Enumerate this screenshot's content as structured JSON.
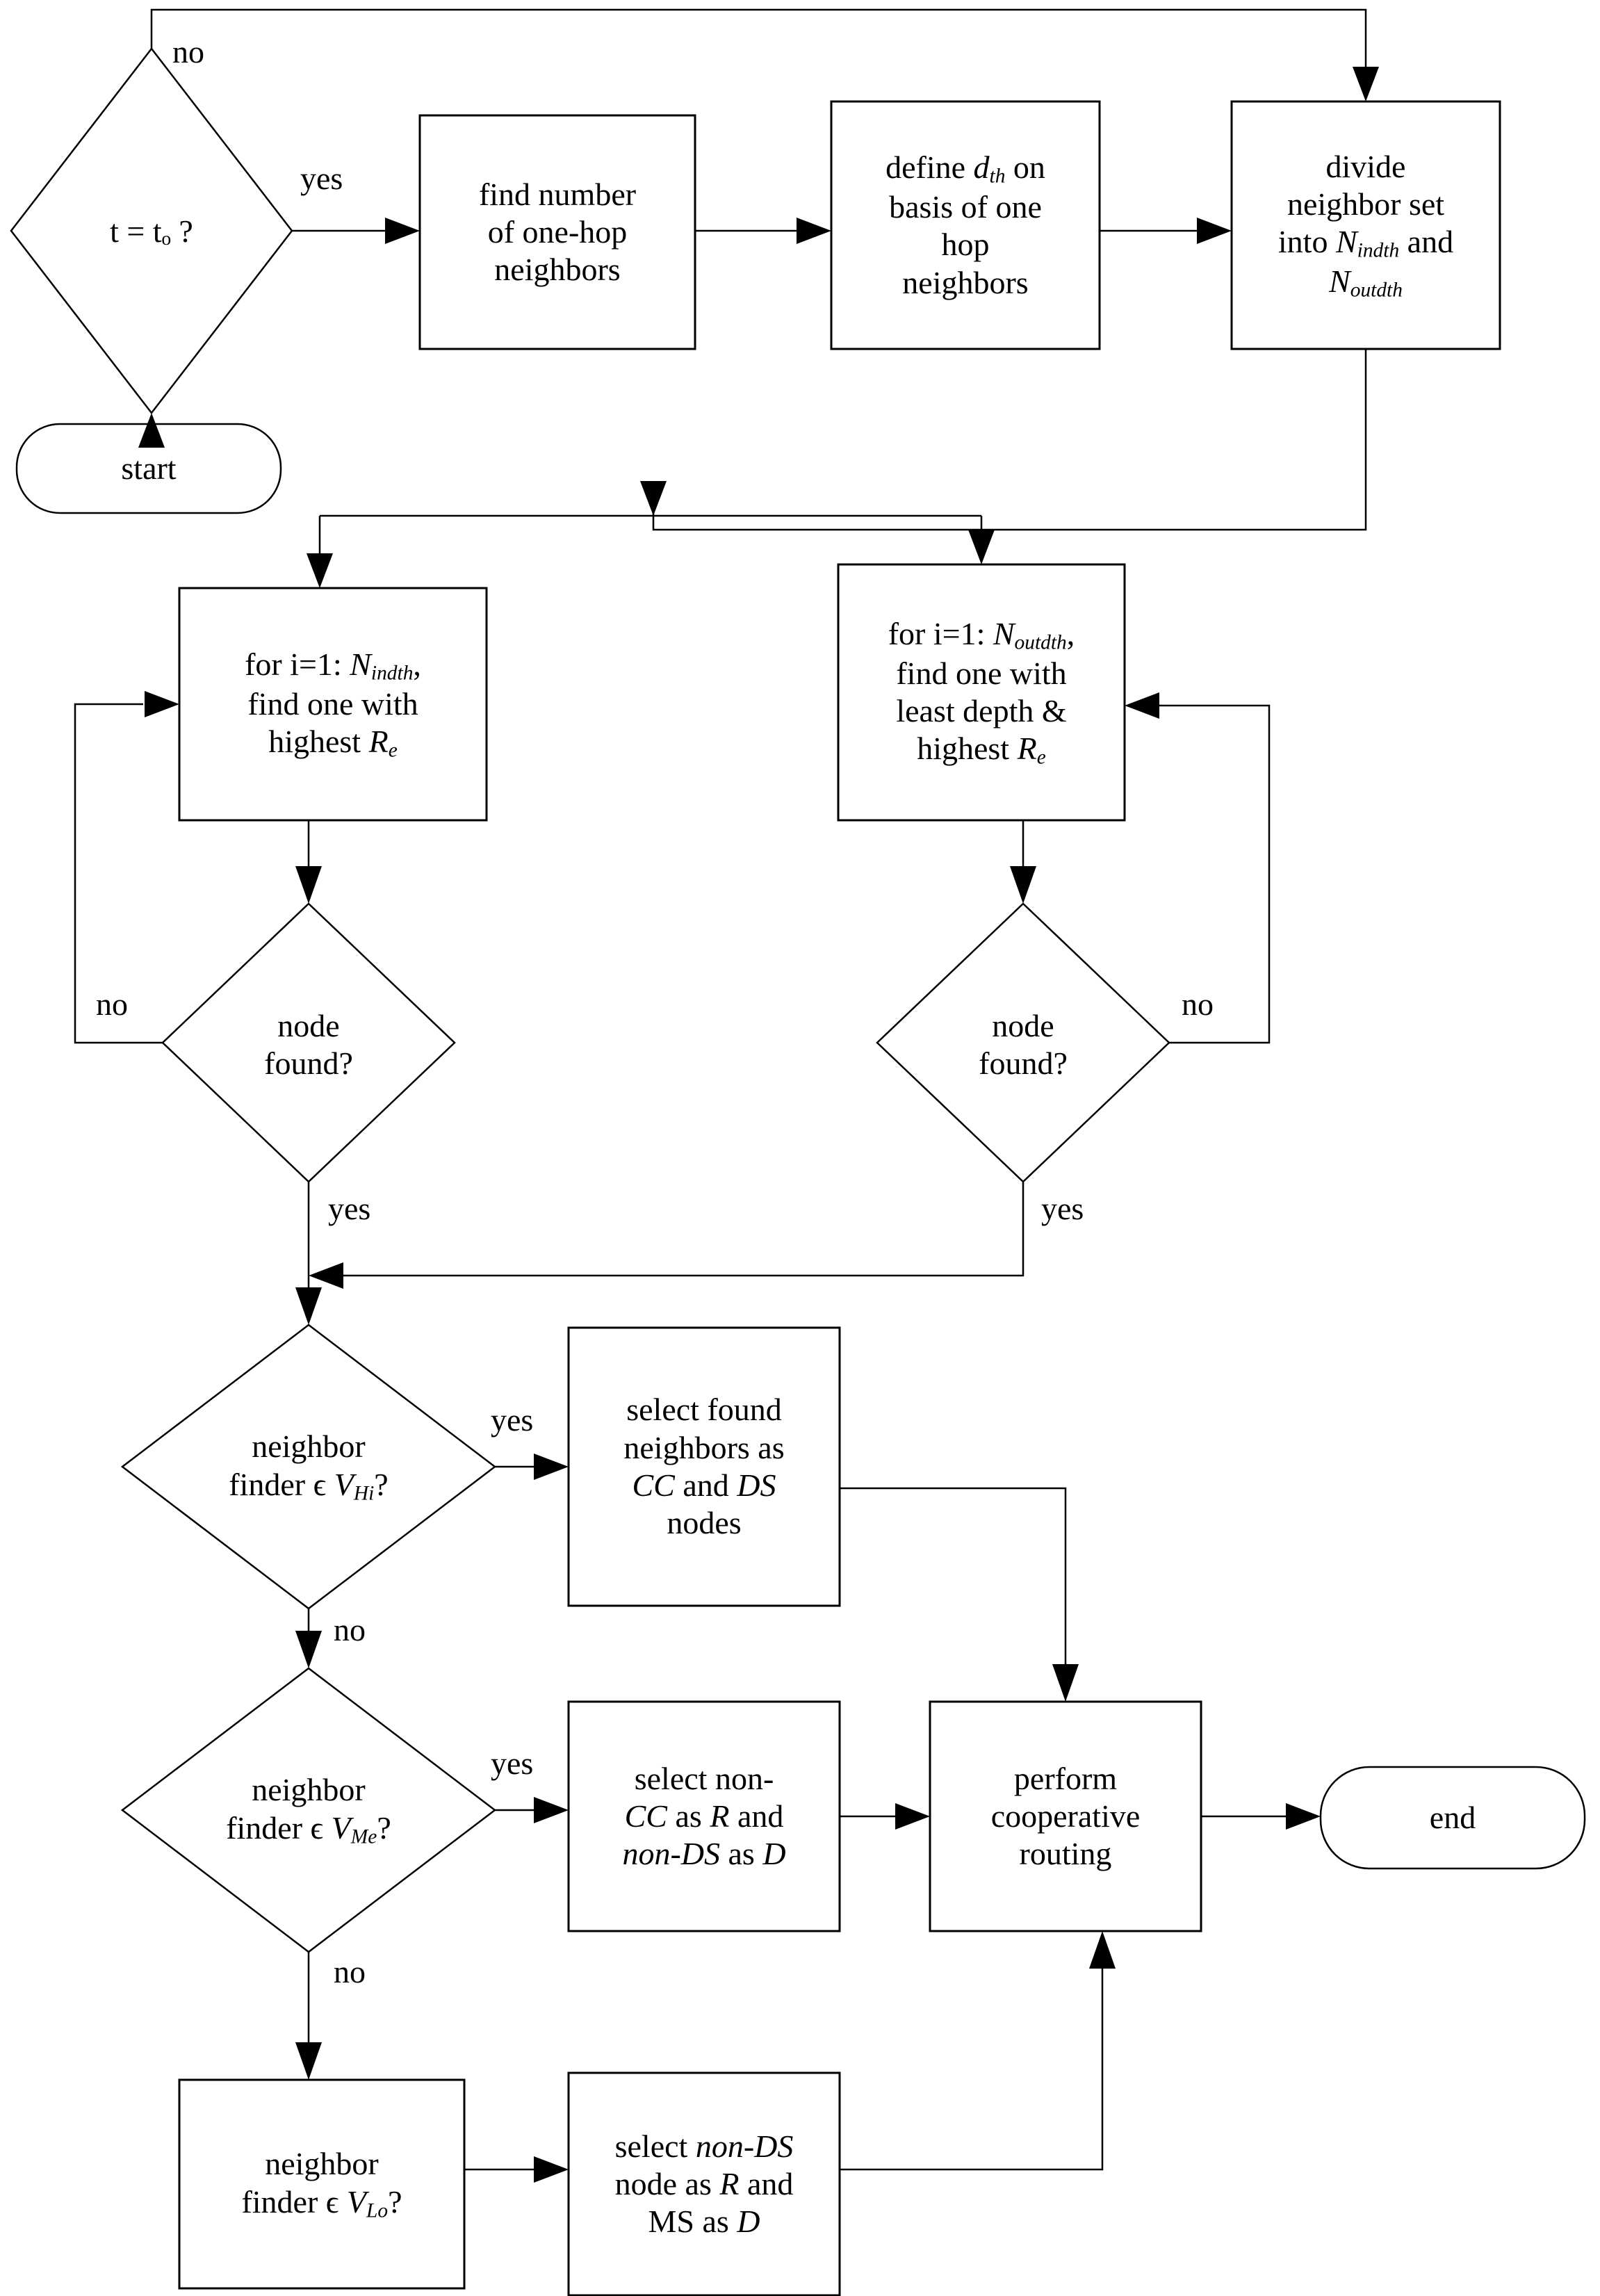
{
  "diagram": {
    "title": "cooperative routing neighbor selection flowchart",
    "colors": {
      "stroke": "#000000",
      "fill": "#ffffff",
      "text": "#000000"
    }
  },
  "nodes": {
    "start": {
      "label": "start",
      "shape": "terminator"
    },
    "t_eq_t0": {
      "label": "t = tₒ ?",
      "shape": "decision"
    },
    "find_one_hop": {
      "line1": "find number",
      "line2": "of one-hop",
      "line3": "neighbors",
      "shape": "process"
    },
    "define_dth": {
      "line1": "define d_th on",
      "line2": "basis of one",
      "line3": "hop",
      "line4": "neighbors",
      "shape": "process"
    },
    "divide_set": {
      "line1": "divide",
      "line2": "neighbor set",
      "line3": "into N_indth and",
      "line4": "N_outdth",
      "shape": "process"
    },
    "loop_indth": {
      "line1": "for i=1: N_indth,",
      "line2": "find one with",
      "line3": "highest R_e",
      "shape": "process"
    },
    "loop_outdth": {
      "line1": "for i=1: N_outdth,",
      "line2": "find one with",
      "line3": "least depth &",
      "line4": "highest R_e",
      "shape": "process"
    },
    "node_found_left": {
      "line1": "node",
      "line2": "found?",
      "shape": "decision"
    },
    "node_found_right": {
      "line1": "node",
      "line2": "found?",
      "shape": "decision"
    },
    "finder_vhi": {
      "line1": "neighbor",
      "line2": "finder ϵ V_Hi?",
      "shape": "decision"
    },
    "finder_vme": {
      "line1": "neighbor",
      "line2": "finder ϵ V_Me?",
      "shape": "decision"
    },
    "finder_vlo": {
      "line1": "neighbor",
      "line2": "finder ϵ V_Lo?",
      "shape": "process"
    },
    "select_cc_ds": {
      "line1": "select found",
      "line2": "neighbors as",
      "line3": "CC and DS",
      "line4": "nodes",
      "shape": "process"
    },
    "select_noncc": {
      "line1": "select non-",
      "line2": "CC as R and",
      "line3": "non-DS as D",
      "shape": "process"
    },
    "select_nonds": {
      "line1": "select non-DS",
      "line2": "node as R and",
      "line3": "MS as D",
      "shape": "process"
    },
    "perform_routing": {
      "line1": "perform",
      "line2": "cooperative",
      "line3": "routing",
      "shape": "process"
    },
    "end": {
      "label": "end",
      "shape": "terminator"
    }
  },
  "edge_labels": {
    "t_no": "no",
    "t_yes": "yes",
    "left_found_no": "no",
    "left_found_yes": "yes",
    "right_found_no": "no",
    "right_found_yes": "yes",
    "vhi_yes": "yes",
    "vhi_no": "no",
    "vme_yes": "yes",
    "vme_no": "no"
  }
}
